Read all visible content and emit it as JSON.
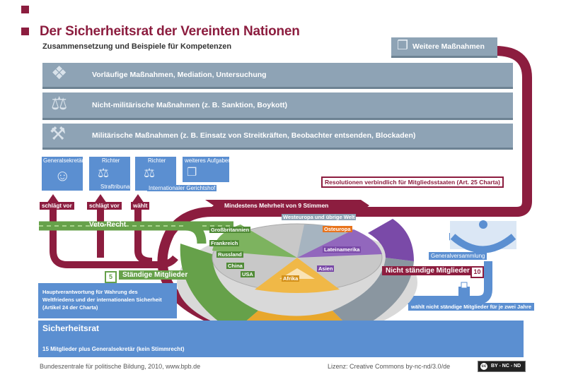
{
  "header": {
    "title": "Der Sicherheitsrat der Vereinten Nationen",
    "subtitle": "Zusammensetzung und Beispiele für Kompetenzen"
  },
  "measures": {
    "further": "Weitere Maßnahmen",
    "provisional": "Vorläufige Maßnahmen, Mediation, Untersuchung",
    "non_military": "Nicht-militärische Maßnahmen  (z. B. Sanktion, Boykott)",
    "military": "Militärische Maßnahmen (z. B. Einsatz von Streitkräften, Beobachter entsenden, Blockaden)"
  },
  "roles": {
    "secretary_general": "Generalsekretär",
    "judge_1": "Richter",
    "tribunals": "Straftribunale",
    "judge_2": "Richter",
    "icj": "Internationaler Gerichtshof",
    "more_tasks": "weiteres Aufgaben"
  },
  "actions": {
    "proposes_1": "schlägt vor",
    "proposes_2": "schlägt vor",
    "elects": "wählt"
  },
  "resolutions": "Resolutionen verbindlich für Mitgliedsstaaten (Art. 25 Charta)",
  "majority": "Mindestens Mehrheit von 9 Stimmen",
  "veto": "Veto-Recht",
  "permanent": {
    "count": "5",
    "label": "Ständige Mitglieder",
    "members": [
      "Großbritannien",
      "Frankreich",
      "Russland",
      "China",
      "USA"
    ]
  },
  "non_permanent": {
    "label": "Nicht ständige Mitglieder",
    "count": "10",
    "regions": [
      "Westeuropa und übrige Welt",
      "Osteuropa",
      "Lateinamerika",
      "Asien",
      "Afrika"
    ]
  },
  "general_assembly": {
    "label": "Generalversammlung",
    "elects": "wählt nicht ständige Mitglieder für je zwei Jahre"
  },
  "responsibility": "Hauptverantwortung für Wahrung des Weltfriedens und der internationalen Sicherheit (Artikel 24 der Charta)",
  "security_council": {
    "title": "Sicherheitsrat",
    "desc": "15 Mitglieder plus Generalsekretär (kein Stimmrecht)"
  },
  "footer": {
    "source": "Bundeszentrale für politische Bildung, 2010, www.bpb.de",
    "license": "Lizenz: Creative Commons by-nc-nd/3.0/de",
    "badge": "BY - NC - ND"
  },
  "colors": {
    "maroon": "#8c1d3f",
    "steel": "#8ea3b5",
    "blue": "#5b8fd1",
    "green": "#66a14a",
    "orange": "#e8a72c",
    "purple": "#7a4aa8"
  }
}
